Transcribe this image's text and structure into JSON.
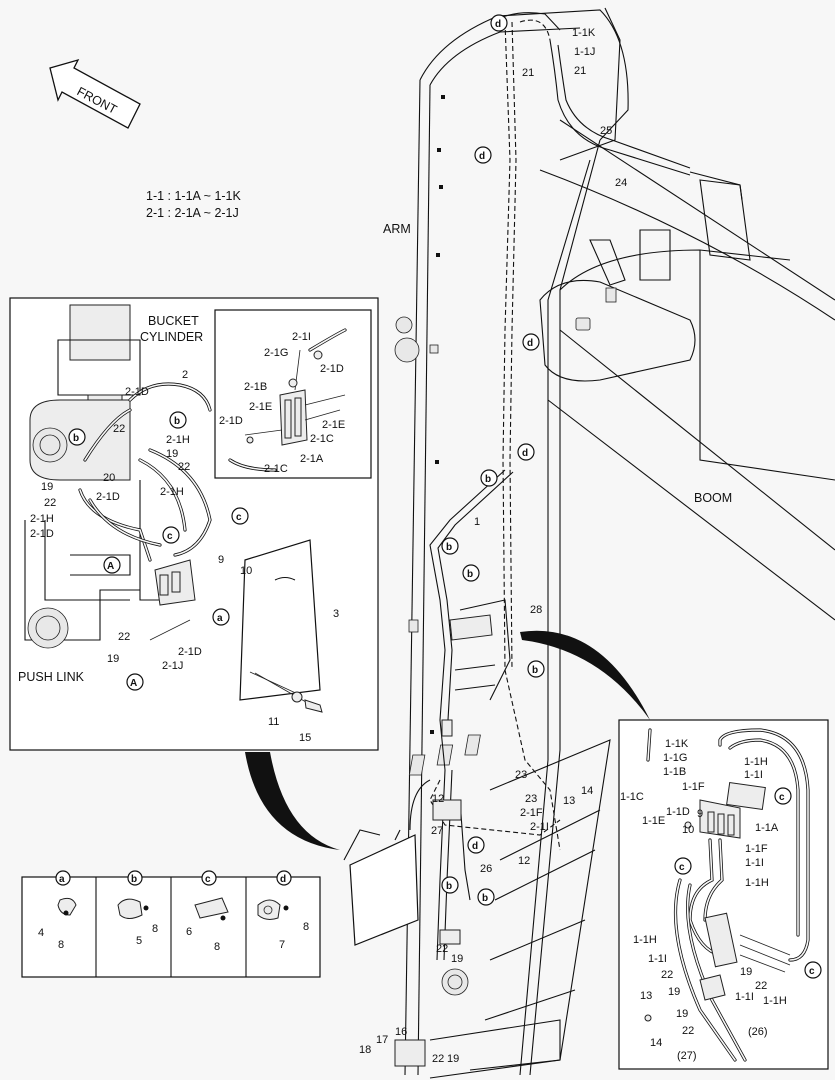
{
  "front_label": "FRONT",
  "legend": {
    "line1": "1-1 : 1-1A ~ 1-1K",
    "line2": "2-1 : 2-1A ~ 2-1J"
  },
  "main_labels": {
    "arm": "ARM",
    "boom": "BOOM",
    "callouts": [
      "1-1K",
      "1-1J",
      "21",
      "21",
      "25",
      "24",
      "1",
      "28",
      "23",
      "23",
      "13",
      "14",
      "2-1F",
      "2-1I",
      "12",
      "12",
      "27",
      "26",
      "22",
      "19",
      "17",
      "16",
      "18",
      "22",
      "19"
    ]
  },
  "left_inset": {
    "bucket_cylinder": "BUCKET\nCYLINDER",
    "push_link": "PUSH LINK",
    "callouts": [
      "2-1D",
      "2",
      "22",
      "2-1H",
      "19",
      "22",
      "20",
      "2-1D",
      "2-1H",
      "19",
      "22",
      "2-1H",
      "2-1D",
      "9",
      "10",
      "3",
      "22",
      "2-1D",
      "19",
      "2-1J",
      "11",
      "15"
    ]
  },
  "valve_inset": {
    "callouts": [
      "2-1I",
      "2-1G",
      "2-1D",
      "2-1B",
      "2-1E",
      "2-1D",
      "2-1E",
      "2-1C",
      "2-1A",
      "2-1C"
    ]
  },
  "right_inset": {
    "callouts": [
      "1-1K",
      "1-1G",
      "1-1B",
      "1-1C",
      "1-1F",
      "1-1H",
      "1-1I",
      "1-1D",
      "1-1E",
      "9",
      "10",
      "1-1A",
      "1-1F",
      "1-1I",
      "1-1H",
      "1-1H",
      "1-1I",
      "22",
      "19",
      "19",
      "22",
      "1-1I",
      "1-1H",
      "13",
      "14",
      "19",
      "22",
      "(26)",
      "(27)"
    ]
  },
  "clamp_legend": {
    "items": [
      {
        "key": "a",
        "parts": [
          "4",
          "8"
        ]
      },
      {
        "key": "b",
        "parts": [
          "5",
          "8"
        ]
      },
      {
        "key": "c",
        "parts": [
          "6",
          "8"
        ]
      },
      {
        "key": "d",
        "parts": [
          "7",
          "8"
        ]
      }
    ]
  },
  "detail_markers": [
    "a",
    "b",
    "c",
    "d",
    "A"
  ]
}
